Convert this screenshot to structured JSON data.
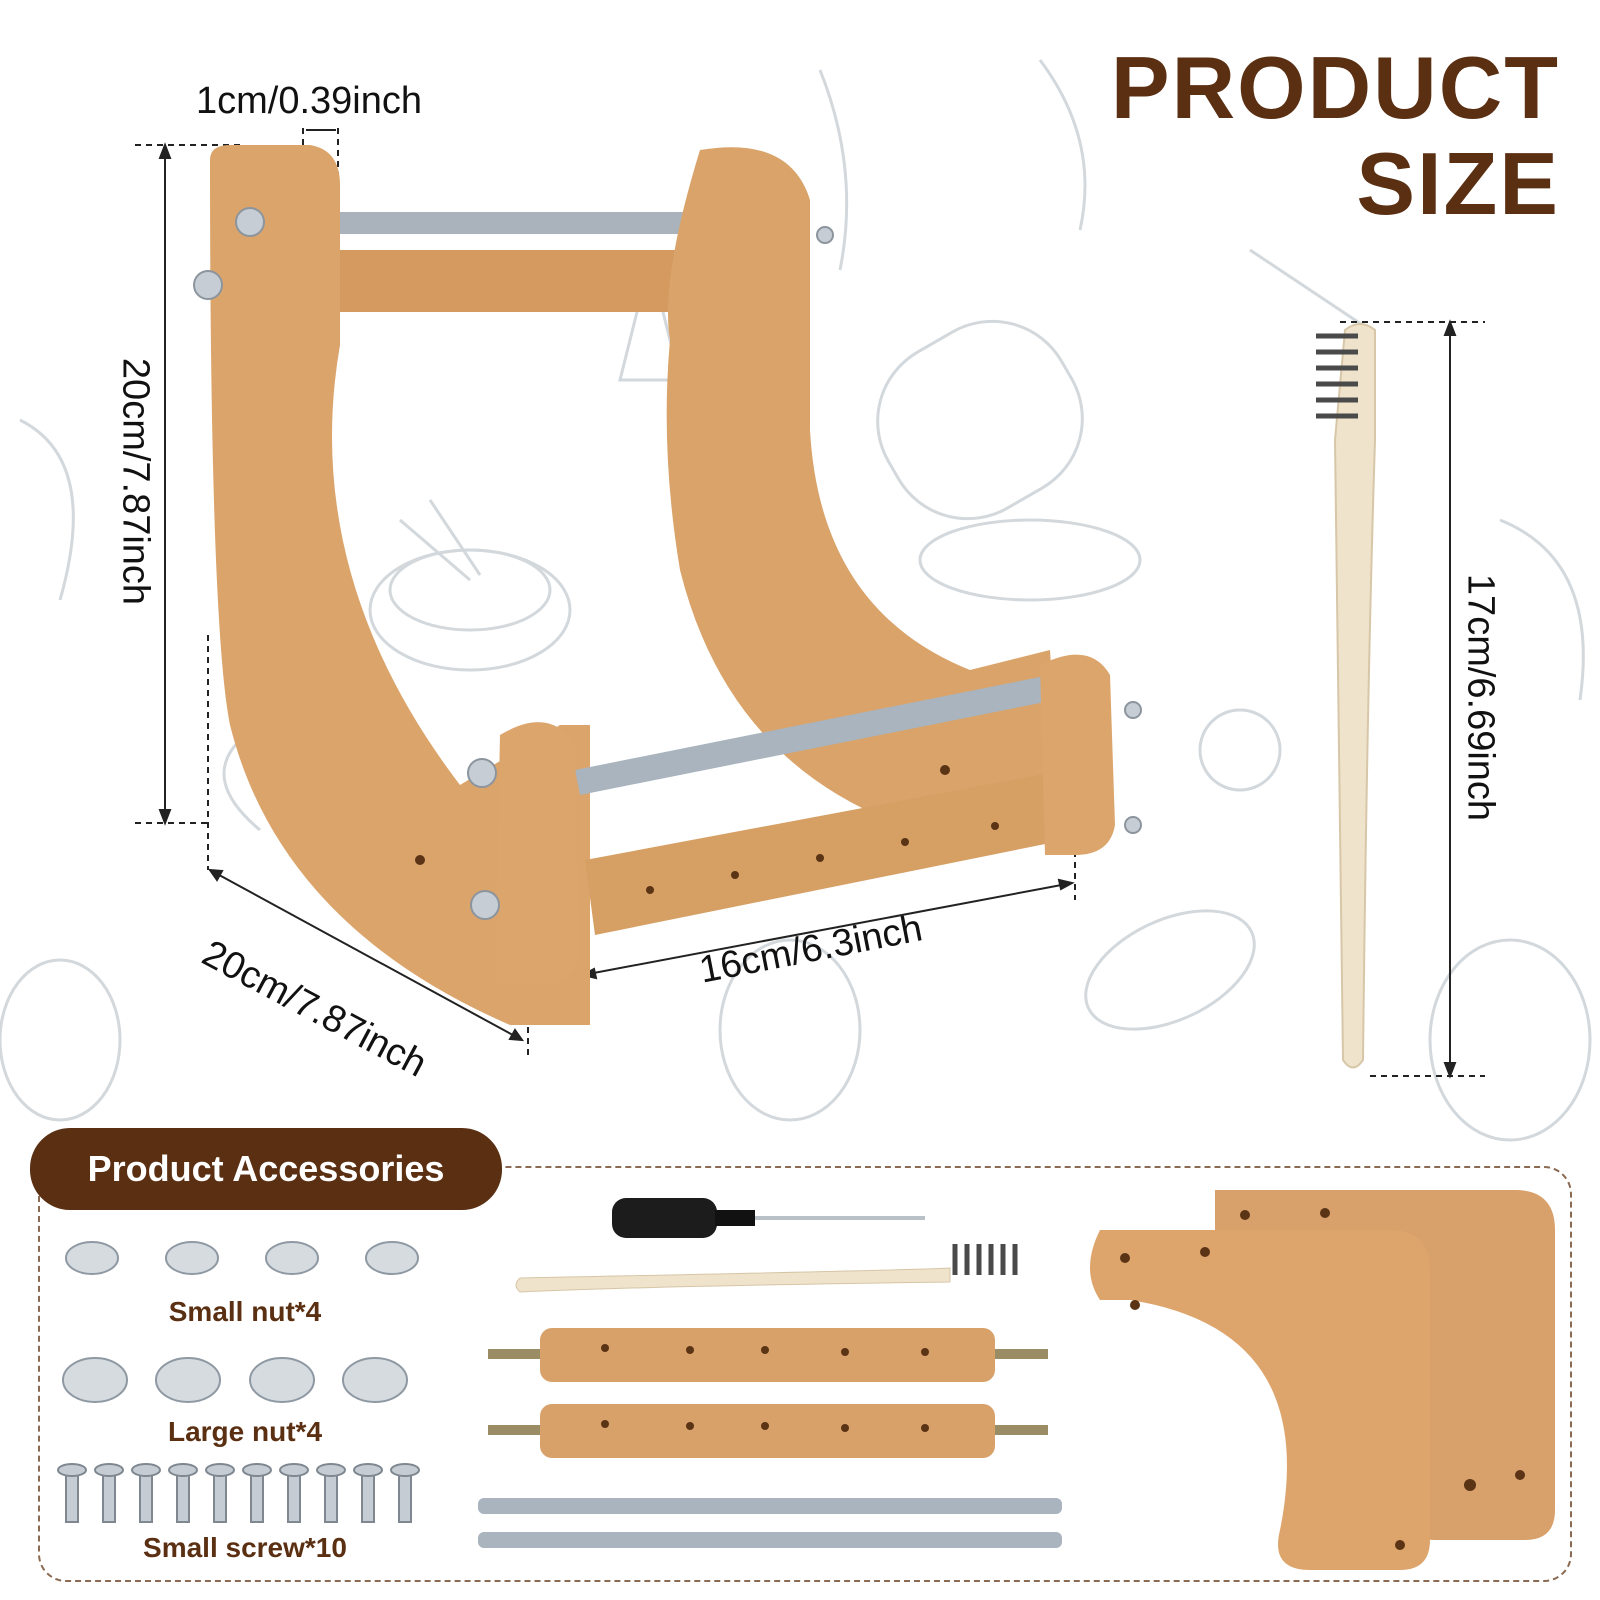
{
  "heading": {
    "line1": "PRODUCT",
    "line2": "SIZE"
  },
  "dimensions": {
    "thickness": "1cm/0.39inch",
    "height": "20cm/7.87inch",
    "depth": "20cm/7.87inch",
    "width": "16cm/6.3inch",
    "brush_length": "17cm/6.69inch"
  },
  "accessories": {
    "title": "Product Accessories",
    "small_nut": "Small nut*4",
    "large_nut": "Large nut*4",
    "small_screw": "Small screw*10"
  },
  "colors": {
    "brand_brown": "#5a2f12",
    "wood": "#d9a36a",
    "metal": "#a9b4bf"
  }
}
